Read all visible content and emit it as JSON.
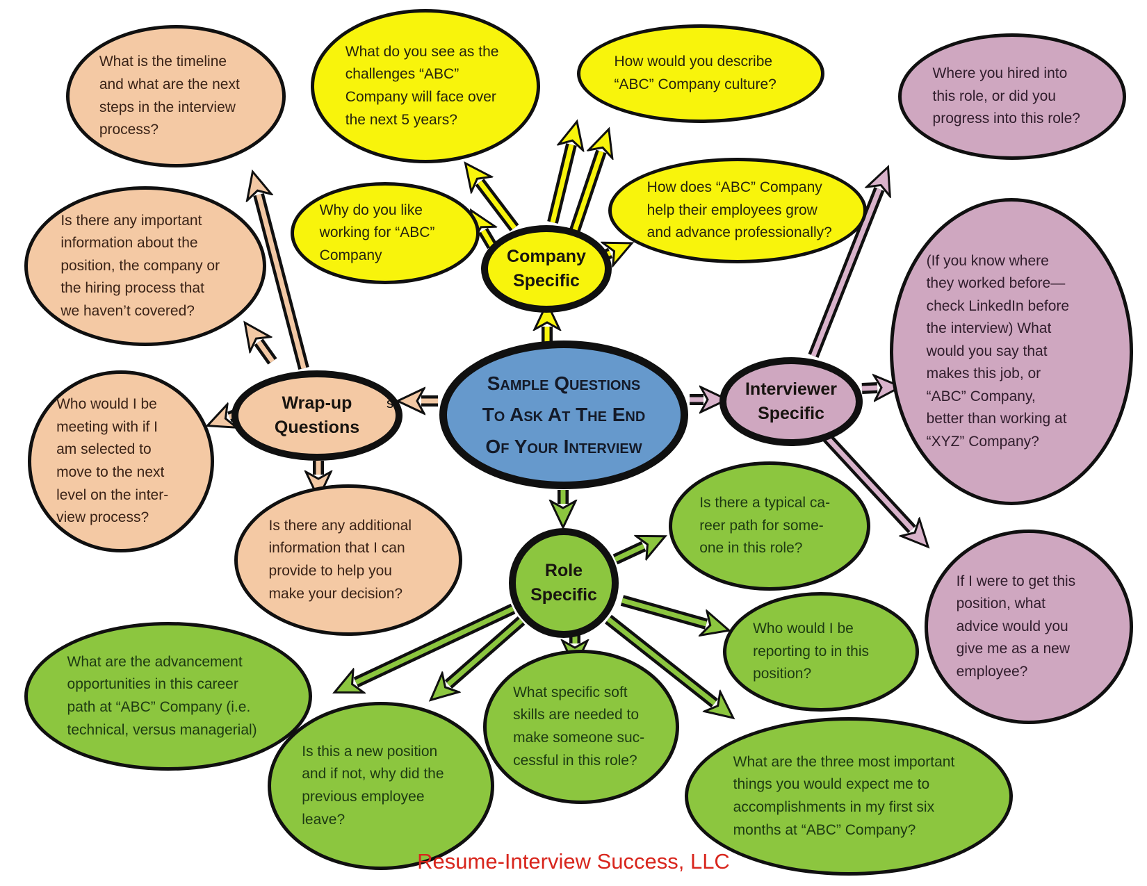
{
  "diagram": {
    "center": {
      "line1": "Sample Questions",
      "line2": "To Ask At The End",
      "line3": "Of Your Interview"
    },
    "nodes": {
      "company": "Company\nSpecific",
      "interviewer": "Interviewer\nSpecific",
      "wrapup": "Wrap-up\nQuestions",
      "role": "Role\nSpecific"
    },
    "questions": {
      "wrapup": {
        "timeline": "What is the timeline\nand what are the next\nsteps in the interview\nprocess?",
        "important_info": "Is there any important\ninformation about the\nposition, the company or\nthe hiring process that\nwe haven’t covered?",
        "meeting_next": "Who would I be\nmeeting with if I\nam selected to\nmove to the next\nlevel on the inter-\nview process?",
        "additional_info": "Is there any additional\ninformation that I can\nprovide to help you\nmake your decision?"
      },
      "company": {
        "challenges": "What do you see as the\nchallenges “ABC”\nCompany will face over\nthe next 5 years?",
        "culture": "How would you describe\n“ABC” Company culture?",
        "employee_growth": "How does “ABC” Company\nhelp their employees grow\nand advance professionally?",
        "why_like": "Why do you like\nworking for “ABC”\nCompany"
      },
      "interviewer": {
        "hired_or_progressed": "Where you hired into\nthis role, or did you\nprogress into this role?",
        "linkedin_compare": "(If you know where\nthey worked before—\ncheck LinkedIn before\nthe interview) What\nwould you say that\nmakes this job, or\n“ABC” Company,\nbetter than working at\n“XYZ” Company?",
        "new_employee_advice": "If I were to get this\nposition, what\nadvice would you\ngive me as a new\nemployee?"
      },
      "role": {
        "career_path": "Is there a typical ca-\nreer path for some-\none in this role?",
        "reporting_to": "Who would I be\nreporting to in this\nposition?",
        "advancement": "What are the advancement\nopportunities in this career\npath at “ABC” Company (i.e.\ntechnical, versus managerial)",
        "new_position": "Is this a new position\nand if not, why did the\nprevious employee\nleave?",
        "soft_skills": "What specific soft\nskills are needed to\nmake someone suc-\ncessful in this role?",
        "first_six_months": "What are the three most important\nthings you would expect me to\naccomplishments in my first six\nmonths at “ABC” Company?"
      }
    },
    "colors": {
      "center_fill": "#6699cc",
      "company_fill": "#f8f40c",
      "interviewer_fill": "#cfa7c0",
      "wrapup_fill": "#f4c9a4",
      "role_fill": "#8cc63f",
      "footer_text": "#d8251c"
    },
    "stray_char": "s",
    "footer": "Resume-Interview Success, LLC"
  }
}
